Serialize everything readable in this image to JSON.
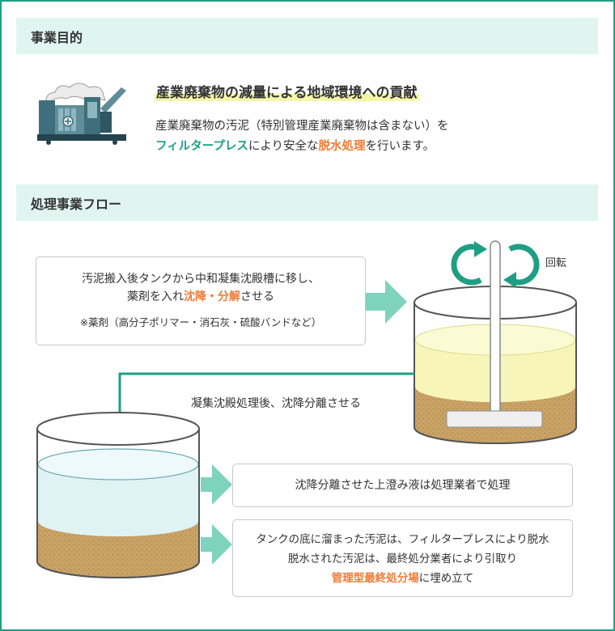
{
  "sections": {
    "purpose_title": "事業目的",
    "flow_title": "処理事業フロー"
  },
  "purpose": {
    "heading": "産業廃棄物の減量による地域環境への貢献",
    "line1": "産業廃棄物の汚泥（特別管理産業廃棄物は含まない）を",
    "line2_part1": "フィルタープレス",
    "line2_part2": "により安全な",
    "line2_part3": "脱水処理",
    "line2_part4": "を行います。"
  },
  "flow": {
    "box1": {
      "line1": "汚泥搬入後タンクから中和凝集沈殿槽に移し、",
      "line2_part1": "薬剤を入れ",
      "line2_highlight": "沈降・分解",
      "line2_part2": "させる",
      "note": "※薬剤（高分子ポリマー・消石灰・硫酸バンドなど）"
    },
    "rotation_label": "回転",
    "mid_label": "凝集沈殿処理後、沈降分離させる",
    "box2": {
      "text": "沈降分離させた上澄み液は処理業者で処理"
    },
    "box3": {
      "line1": "タンクの底に溜まった汚泥は、フィルタープレスにより脱水",
      "line2": "脱水された汚泥は、最終処分業者により引取り",
      "line3_highlight": "管理型最終処分場",
      "line3_part2": "に埋め立て"
    }
  },
  "colors": {
    "frame": "#1f9e85",
    "section_bg": "#e0f5ef",
    "arrow": "#7fd3bd",
    "accent_orange": "#f07a36",
    "sludge": "#c9a366",
    "yellow_liquid": "#f7f6b8",
    "blue_liquid": "#dff3f5"
  }
}
